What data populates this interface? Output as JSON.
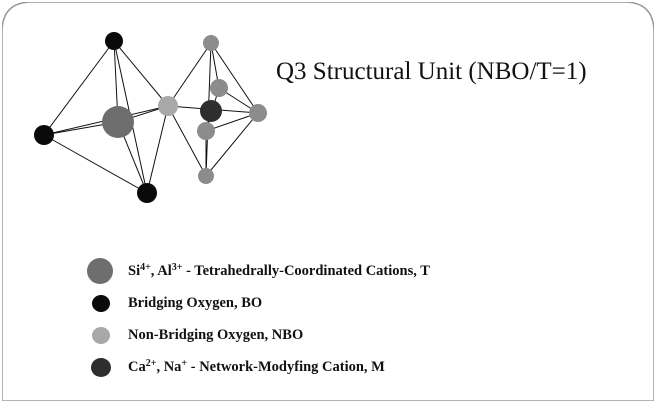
{
  "title": "Q3 Structural Unit (NBO/T=1)",
  "colors": {
    "tetrahedral_cation": "#6e6e6e",
    "bridging_oxygen": "#0a0a0a",
    "non_bridging_oxygen": "#a8a8a8",
    "network_modifier": "#2e2e2e",
    "frame": "#9a9a9a"
  },
  "legend": [
    {
      "parts": [
        {
          "text": "Si",
          "sup": false
        },
        {
          "text": "4+",
          "sup": true
        },
        {
          "text": ", Al",
          "sup": false
        },
        {
          "text": "3+",
          "sup": true
        },
        {
          "text": " - Tetrahedrally-Coordinated Cations, T",
          "sup": false
        }
      ]
    },
    {
      "parts": [
        {
          "text": "Bridging Oxygen, BO",
          "sup": false
        }
      ]
    },
    {
      "parts": [
        {
          "text": "Non-Bridging Oxygen, NBO",
          "sup": false
        }
      ]
    },
    {
      "parts": [
        {
          "text": "Ca",
          "sup": false
        },
        {
          "text": "2+",
          "sup": true
        },
        {
          "text": ", Na",
          "sup": false
        },
        {
          "text": "+",
          "sup": true
        },
        {
          "text": " - Network-Modyfing Cation, M",
          "sup": false
        }
      ]
    }
  ]
}
